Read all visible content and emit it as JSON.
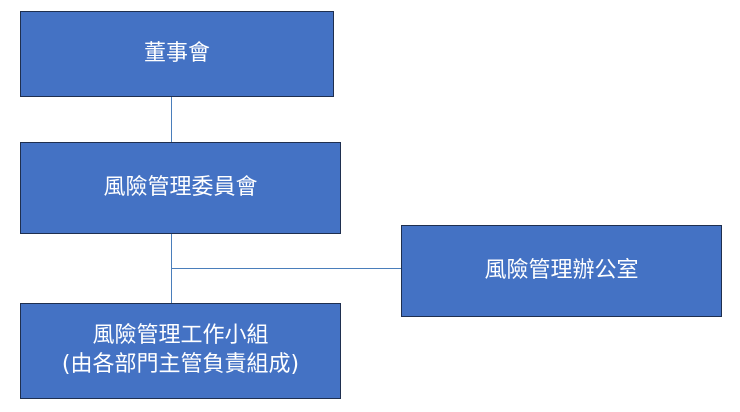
{
  "org_chart": {
    "colors": {
      "box_fill": "#4472c4",
      "box_border": "#1f2f4f",
      "connector": "#4a7ebb",
      "text": "#ffffff"
    },
    "nodes": {
      "board": {
        "label": "董事會"
      },
      "risk_committee": {
        "label": "風險管理委員會"
      },
      "risk_office": {
        "label": "風險管理辦公室"
      },
      "risk_working_group": {
        "label_line1": "風險管理工作小組",
        "label_line2": "(由各部門主管負責組成)"
      }
    },
    "relations": [
      {
        "from": "board",
        "to": "risk_committee"
      },
      {
        "from": "risk_committee",
        "to": "risk_working_group"
      },
      {
        "from": "risk_committee",
        "to": "risk_office"
      }
    ]
  }
}
